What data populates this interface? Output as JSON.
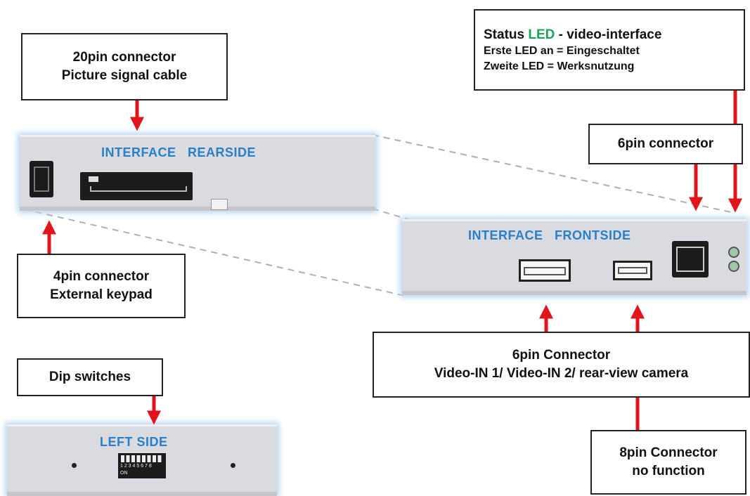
{
  "callouts": {
    "c20pin": {
      "line1": "20pin connector",
      "line2": "Picture signal cable"
    },
    "status": {
      "pre": "Status ",
      "led": "LED",
      "post": " - video-interface",
      "line2": "Erste LED an = Eingeschaltet",
      "line3": "Zweite LED = Werksnutzung"
    },
    "c6pin_top": {
      "line1": "6pin connector"
    },
    "c4pin": {
      "line1": "4pin connector",
      "line2": "External keypad"
    },
    "c6pin_bottom": {
      "line1": "6pin Connector",
      "line2": "Video-IN 1/ Video-IN 2/  rear-view camera"
    },
    "dip": {
      "line1": "Dip switches"
    },
    "c8pin": {
      "line1": "8pin Connector",
      "line2": "no function"
    }
  },
  "panels": {
    "rear": {
      "label": "INTERFACE   REARSIDE"
    },
    "front": {
      "label": "INTERFACE   FRONTSIDE"
    },
    "left": {
      "label": "LEFT SIDE",
      "dip_numbers": "1 2 3 4 5 6 7 8",
      "dip_on": "ON"
    }
  },
  "colors": {
    "arrow": "#e0141a",
    "label_blue": "#2a7fc9",
    "led_green": "#1aa35a"
  }
}
